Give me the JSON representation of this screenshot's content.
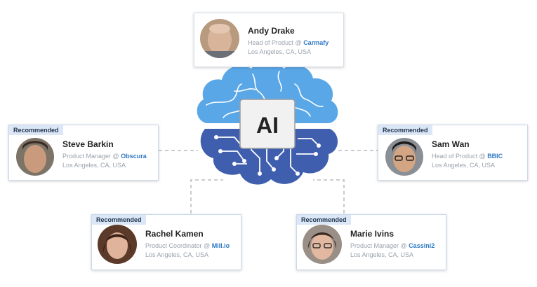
{
  "colors": {
    "brain_top": "#5aa7e8",
    "brain_bottom": "#3f5fae",
    "company_link": "#2f78c4",
    "badge_bg": "#dbe7f7",
    "connector": "#b7bcc2"
  },
  "center": {
    "label": "AI"
  },
  "badge_label": "Recommended",
  "people": {
    "andy": {
      "name": "Andy Drake",
      "role": "Head of Product @ ",
      "company": "Carmafy",
      "location": "Los Angeles, CA, USA"
    },
    "steve": {
      "name": "Steve Barkin",
      "role": "Product Manager @ ",
      "company": "Obscura",
      "location": "Los Angeles, CA, USA"
    },
    "sam": {
      "name": "Sam Wan",
      "role": "Head of Product @ ",
      "company": "BBIC",
      "location": "Los Angeles, CA, USA"
    },
    "rachel": {
      "name": "Rachel Kamen",
      "role": "Product Coordinator @ ",
      "company": "Mill.io",
      "location": "Los Angeles, CA, USA"
    },
    "marie": {
      "name": "Marie Ivins",
      "role": "Product Manager @ ",
      "company": "Cassini2",
      "location": "Los Angeles, CA, USA"
    }
  }
}
